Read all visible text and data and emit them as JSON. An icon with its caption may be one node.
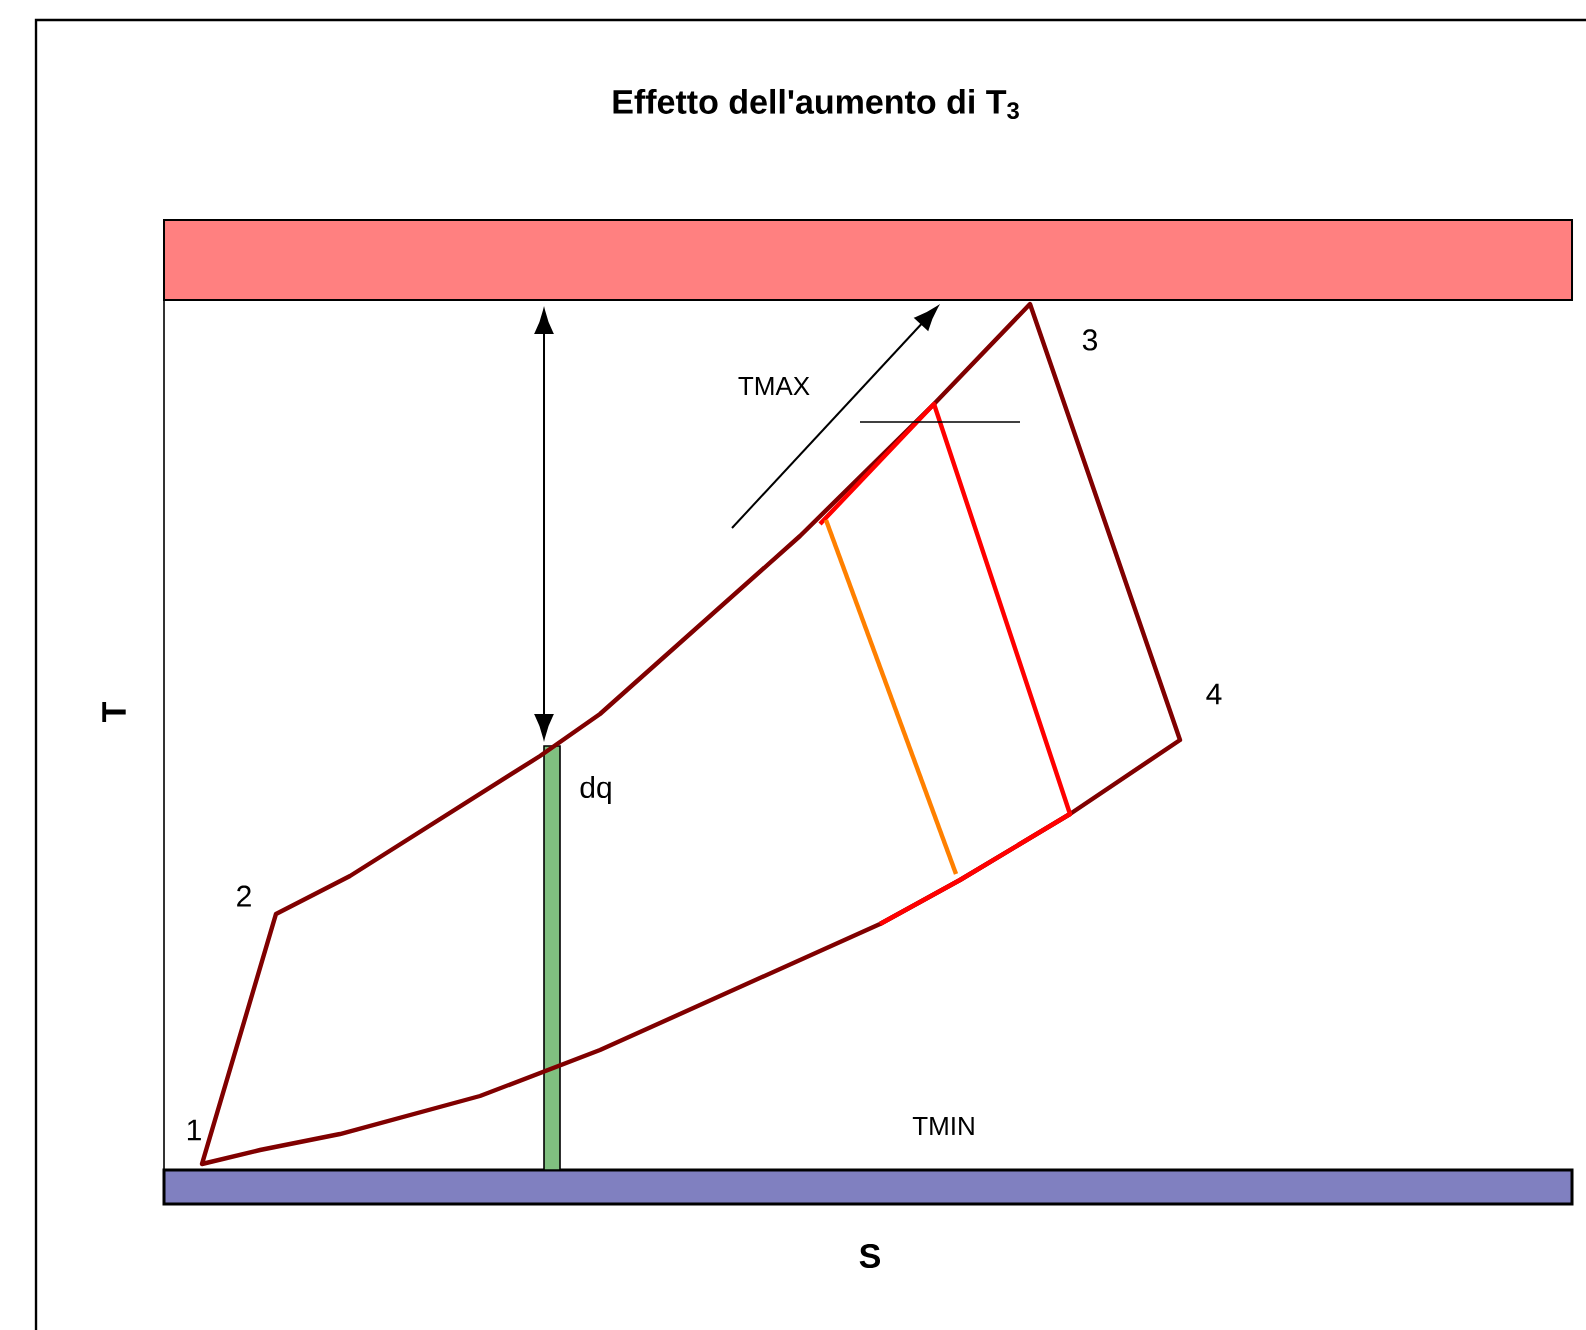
{
  "diagram": {
    "title": "Effetto dell'aumento di T$_{3}$",
    "nodes": [
      {
        "text": [],
        "shape": "bar"
      },
      {
        "text": [],
        "shape": "bar"
      }
    ],
    "labels": [
      "T",
      "S",
      "1",
      "2",
      "3",
      "4",
      "dq",
      "TMAX",
      "TMIN"
    ]
  }
}
